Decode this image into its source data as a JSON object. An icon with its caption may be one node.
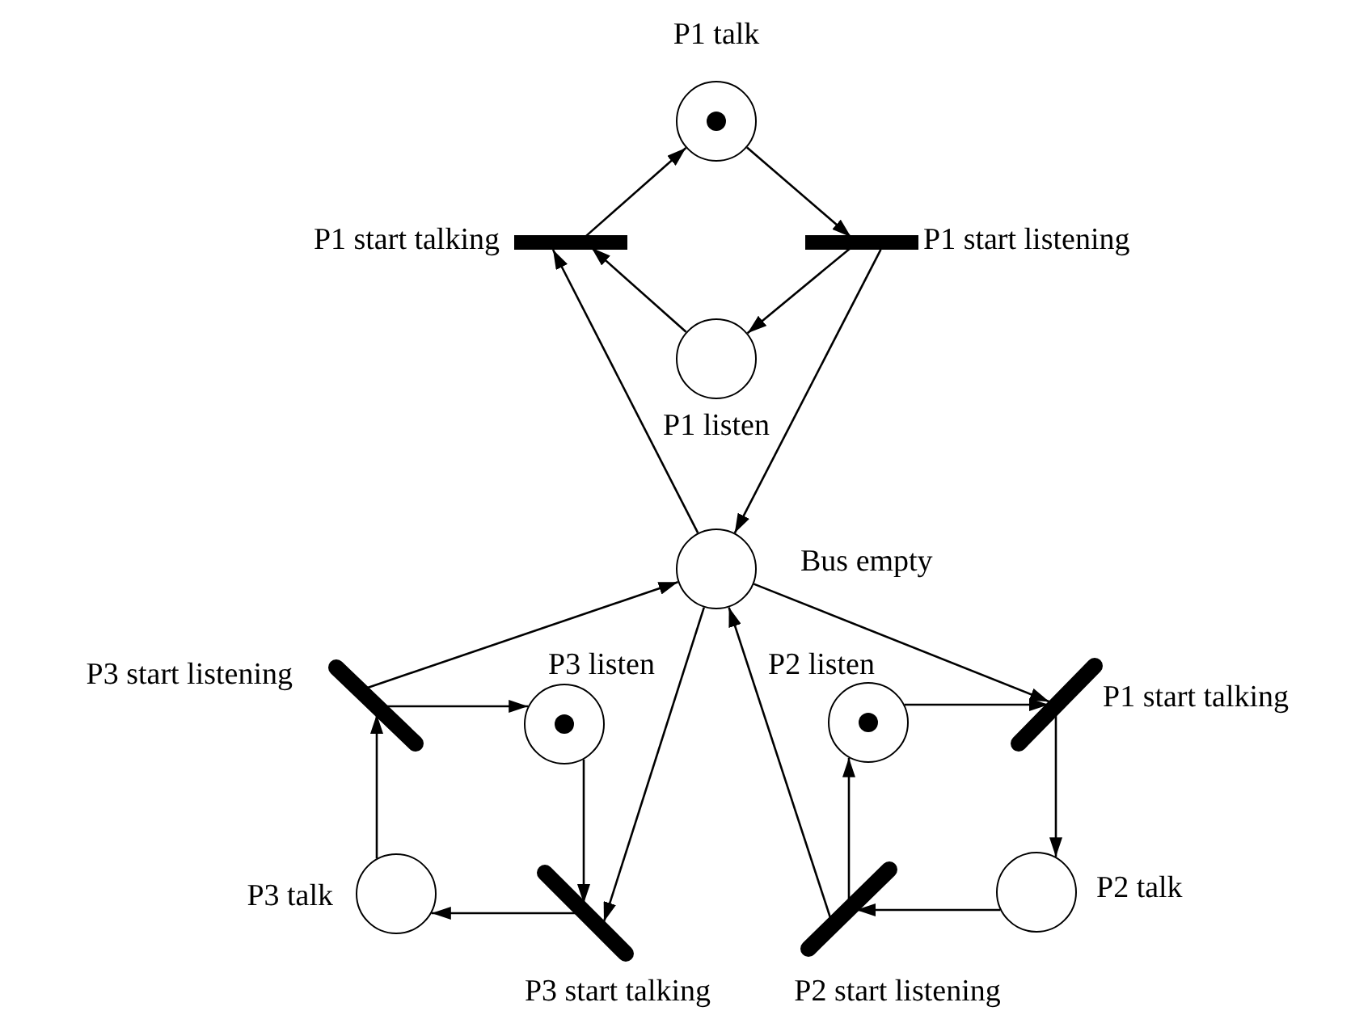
{
  "diagram": {
    "nodes": [
      {
        "text": [
          "P1 talk"
        ]
      },
      {
        "text": [],
        "shape": "dot",
        "in": 0
      },
      {
        "text": [
          "P1 start talking"
        ]
      },
      {
        "text": [
          "P1 start listening"
        ]
      },
      {
        "text": [
          "P1 listen"
        ]
      },
      {
        "text": [
          "Bus empty"
        ]
      },
      {
        "text": [
          "P3 start listening"
        ]
      },
      {
        "text": [
          "P3 listen"
        ]
      },
      {
        "text": [],
        "shape": "dot",
        "in": 7
      },
      {
        "text": [
          "P2 listen"
        ]
      },
      {
        "text": [],
        "shape": "dot",
        "in": 9
      },
      {
        "text": [
          "P1 start talking"
        ]
      },
      {
        "text": [
          "P3 talk"
        ]
      },
      {
        "text": [
          "P2 talk"
        ]
      },
      {
        "text": [
          "P3 start talking"
        ]
      },
      {
        "text": [
          "P2 start listening"
        ]
      }
    ],
    "edges": [
      {
        "from": 2,
        "to": 0,
        "arrow": "to"
      },
      {
        "from": 0,
        "to": 3,
        "arrow": "to"
      },
      {
        "from": 3,
        "to": 4,
        "arrow": "to"
      },
      {
        "from": 4,
        "to": 2,
        "arrow": "to"
      },
      {
        "from": 5,
        "to": 2,
        "arrow": "to"
      },
      {
        "from": 3,
        "to": 5,
        "arrow": "to"
      },
      {
        "from": 6,
        "to": 5,
        "arrow": "to"
      },
      {
        "from": 5,
        "to": 14,
        "arrow": "to"
      },
      {
        "from": 15,
        "to": 5,
        "arrow": "to"
      },
      {
        "from": 5,
        "to": 11,
        "arrow": "to"
      },
      {
        "from": 6,
        "to": 7,
        "arrow": "to"
      },
      {
        "from": 7,
        "to": 14,
        "arrow": "to"
      },
      {
        "from": 14,
        "to": 12,
        "arrow": "to"
      },
      {
        "from": 12,
        "to": 6,
        "arrow": "to"
      },
      {
        "from": 9,
        "to": 11,
        "arrow": "to"
      },
      {
        "from": 11,
        "to": 13,
        "arrow": "to"
      },
      {
        "from": 13,
        "to": 15,
        "arrow": "to"
      },
      {
        "from": 15,
        "to": 9,
        "arrow": "to"
      }
    ]
  }
}
